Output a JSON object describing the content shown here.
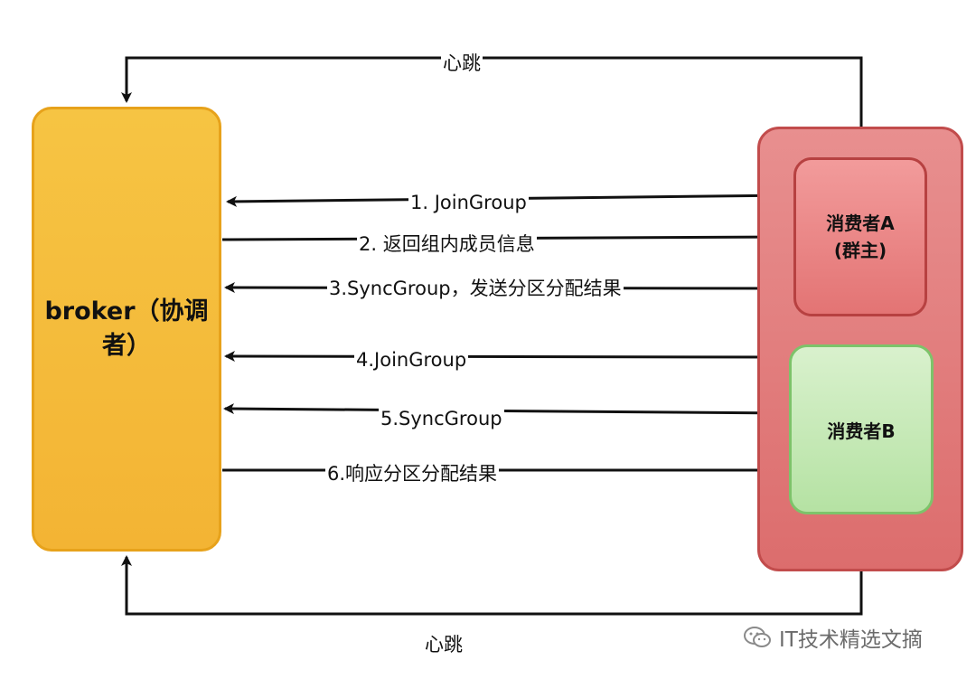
{
  "broker": {
    "label": "broker（协调者）"
  },
  "consumer_a": {
    "line1": "消费者A",
    "line2": "(群主)"
  },
  "consumer_b": {
    "label": "消费者B"
  },
  "arrows": [
    {
      "id": "heartbeat-top",
      "label": "心跳"
    },
    {
      "id": "join-group-a",
      "label": "1. JoinGroup"
    },
    {
      "id": "member-info",
      "label": "2. 返回组内成员信息"
    },
    {
      "id": "sync-group-a",
      "label": "3.SyncGroup，发送分区分配结果"
    },
    {
      "id": "join-group-b",
      "label": "4.JoinGroup"
    },
    {
      "id": "sync-group-b",
      "label": "5.SyncGroup"
    },
    {
      "id": "assign-response",
      "label": "6.响应分区分配结果"
    },
    {
      "id": "heartbeat-bottom",
      "label": "心跳"
    }
  ],
  "watermark": {
    "text": "IT技术精选文摘",
    "icon": "wechat-icon"
  }
}
